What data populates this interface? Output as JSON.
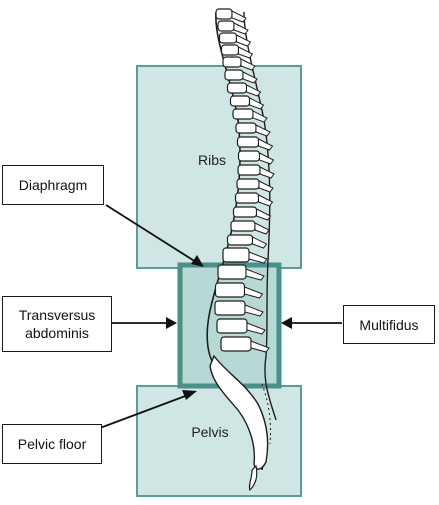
{
  "zones": {
    "ribs": "Ribs",
    "pelvis": "Pelvis"
  },
  "callouts": {
    "diaphragm": "Diaphragm",
    "transversus": "Transversus\nabdominis",
    "multifidus": "Multifidus",
    "pelvic_floor": "Pelvic floor"
  },
  "colors": {
    "zone_fill": "#cfe6e4",
    "zone_stroke": "#5a9c98",
    "core_stroke": "#4a8f8a",
    "bone_fill": "#ffffff",
    "bone_stroke": "#1f1f1f"
  }
}
